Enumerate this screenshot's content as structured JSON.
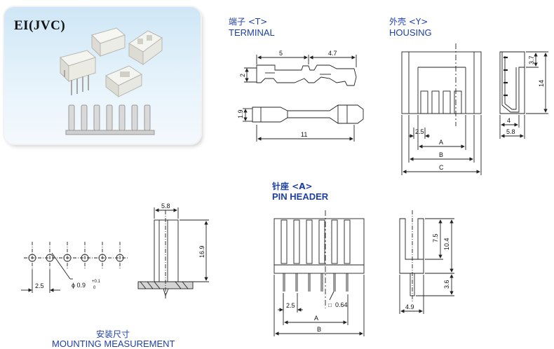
{
  "photo_panel": {
    "title": "EI(JVC)"
  },
  "sections": {
    "terminal": {
      "cn": "端子 <T>",
      "en": "TERMINAL"
    },
    "housing": {
      "cn": "外壳 <Y>",
      "en": "HOUSING"
    },
    "pin_header": {
      "cn": "针座 <A>",
      "en": "PIN HEADER"
    },
    "mounting": {
      "cn": "安装尺寸",
      "en": "MOUNTING MEASUREMENT"
    }
  },
  "dimensions": {
    "terminal_top_left": "5",
    "terminal_top_right": "4.7",
    "terminal_height": "2",
    "terminal_bottom_height": "1.9",
    "terminal_length": "11",
    "housing_pitch": "2.5",
    "housing_A": "A",
    "housing_B": "B",
    "housing_C": "C",
    "housing_side_top": "3.7",
    "housing_side_height": "14",
    "housing_side_inner": "4",
    "housing_side_width": "5.8",
    "mount_width": "5.8",
    "mount_height": "16.9",
    "mount_pitch": "2.5",
    "mount_hole_prefix": "ϕ 0.9",
    "mount_hole_tol_plus": "+0.1",
    "mount_hole_tol_zero": "0",
    "header_pitch": "2.5",
    "header_pin": "0.64",
    "header_pin_square": "□",
    "header_A": "A",
    "header_B": "B",
    "header_side_top": "7.5",
    "header_side_total": "10.4",
    "header_side_bottom": "3.6",
    "header_side_width": "4.9"
  }
}
